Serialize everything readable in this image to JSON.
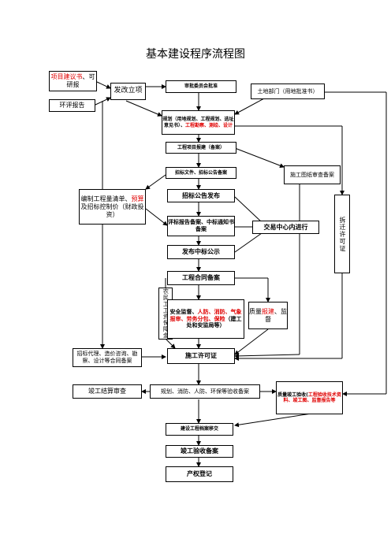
{
  "title": "基本建设程序流程图",
  "nodes": {
    "project_proposal": {
      "red": "项目建议书",
      "black": "、可研报"
    },
    "fagai": "发改立项",
    "huanping": "环评报告",
    "shenpi": "审批委员会批准",
    "land": "土地部门（用地批准书）",
    "planning": {
      "black1": "规划（用地规划、工程规划、选址意见书）、",
      "red": "工程勘察、测绘、设计"
    },
    "baojian": "工程项目报建（备案）",
    "zhaobiao_file": "招标文件、招标公告备案",
    "shigongtu": "施工图纸审查备案",
    "bianzhi": {
      "black1": "编制工程量清单、",
      "red": "预算",
      "black2": "及招标控制价（财政投资）"
    },
    "gonggao": "招标公告发布",
    "pingbiao": "评标报告备案、中标通知书备案",
    "jiaoyi": "交易中心内进行",
    "faburesult": "发布中标公示",
    "hetong": "工程合同备案",
    "nongmingong": "农民工工资保障金",
    "anquan": {
      "black1": "安全监督、",
      "red": "人防、消防、气象报审、劳务分包、保险",
      "black2": "（建工处和安监局等）"
    },
    "zhiliang": {
      "black1": "质量",
      "red": "报建",
      "black2": "、监督"
    },
    "chaiqian": "拆迁许可证",
    "zhaobiao_daili": "招标代理、造价咨询、勘察、设计等合同备案",
    "xukezheng": "施工许可证",
    "jiesuan": "竣工结算审查",
    "guihua_yanshou": "规划、消防、人防、环保等验收备案",
    "zhiliang_yanshou": {
      "black1": "质量竣工验收(",
      "red": "工程验收技术资料、竣工图、监督报告等",
      "black2": ""
    },
    "dangan": "建设工程档案移交",
    "jungong": "竣工验收备案",
    "chanquan": "产权登记"
  }
}
